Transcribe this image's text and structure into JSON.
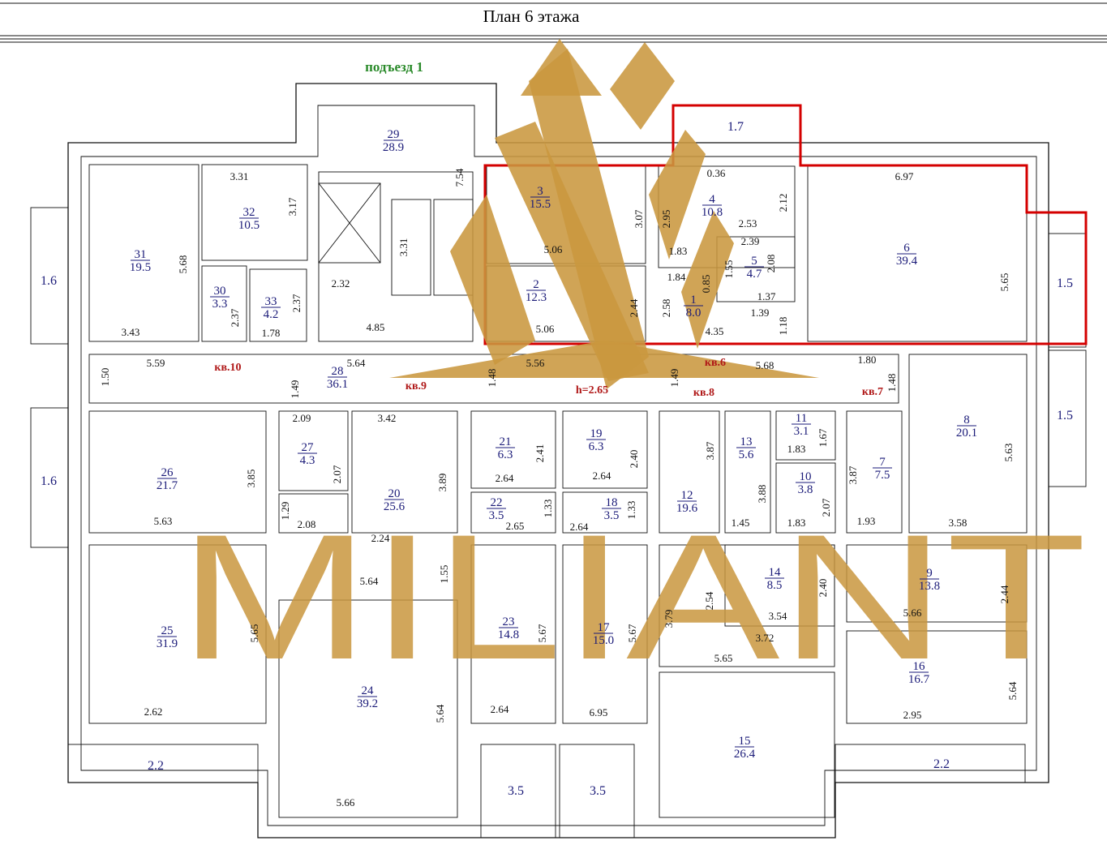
{
  "title": "План 6 этажа",
  "entrance": "подъезд 1",
  "ceiling": "h=2.65",
  "watermark": "MILIANT",
  "colors": {
    "highlight": "#d40000",
    "room_text": "#1a1a78",
    "apartment_text": "#b01818",
    "entrance_text": "#2a8a2a",
    "watermark": "#c9973f"
  },
  "apartments": [
    "кв.10",
    "кв.9",
    "кв.6",
    "кв.8",
    "кв.7"
  ],
  "rooms": [
    {
      "num": "1",
      "area": "8.0"
    },
    {
      "num": "2",
      "area": "12.3"
    },
    {
      "num": "3",
      "area": "15.5"
    },
    {
      "num": "4",
      "area": "10.8"
    },
    {
      "num": "5",
      "area": "4.7"
    },
    {
      "num": "6",
      "area": "39.4"
    },
    {
      "num": "7",
      "area": "7.5"
    },
    {
      "num": "8",
      "area": "20.1"
    },
    {
      "num": "9",
      "area": "13.8"
    },
    {
      "num": "10",
      "area": "3.8"
    },
    {
      "num": "11",
      "area": "3.1"
    },
    {
      "num": "12",
      "area": "19.6"
    },
    {
      "num": "13",
      "area": "5.6"
    },
    {
      "num": "14",
      "area": "8.5"
    },
    {
      "num": "15",
      "area": "26.4"
    },
    {
      "num": "16",
      "area": "16.7"
    },
    {
      "num": "17",
      "area": "15.0"
    },
    {
      "num": "18",
      "area": "3.5"
    },
    {
      "num": "19",
      "area": "6.3"
    },
    {
      "num": "20",
      "area": "25.6"
    },
    {
      "num": "21",
      "area": "6.3"
    },
    {
      "num": "22",
      "area": "3.5"
    },
    {
      "num": "23",
      "area": "14.8"
    },
    {
      "num": "24",
      "area": "39.2"
    },
    {
      "num": "25",
      "area": "31.9"
    },
    {
      "num": "26",
      "area": "21.7"
    },
    {
      "num": "27",
      "area": "4.3"
    },
    {
      "num": "28",
      "area": "36.1"
    },
    {
      "num": "29",
      "area": "28.9"
    },
    {
      "num": "30",
      "area": "3.3"
    },
    {
      "num": "31",
      "area": "19.5"
    },
    {
      "num": "32",
      "area": "10.5"
    },
    {
      "num": "33",
      "area": "4.2"
    }
  ],
  "balconies": [
    "1.6",
    "1.6",
    "1.7",
    "1.5",
    "1.5",
    "2.2",
    "2.2",
    "3.5",
    "3.5"
  ],
  "dimensions": [
    "3.31",
    "3.17",
    "5.68",
    "3.43",
    "2.37",
    "1.78",
    "2.37",
    "2.32",
    "3.31",
    "4.85",
    "7.54",
    "5.06",
    "3.07",
    "5.06",
    "2.44",
    "2.58",
    "2.95",
    "1.83",
    "1.84",
    "0.85",
    "1.55",
    "2.39",
    "2.08",
    "1.37",
    "1.39",
    "1.18",
    "4.35",
    "2.53",
    "2.12",
    "0.36",
    "6.97",
    "5.65",
    "5.59",
    "1.50",
    "5.64",
    "1.49",
    "1.48",
    "5.56",
    "1.49",
    "5.68",
    "1.80",
    "1.48",
    "2.09",
    "2.07",
    "3.42",
    "3.89",
    "5.63",
    "3.85",
    "1.29",
    "2.08",
    "2.24",
    "2.41",
    "2.64",
    "1.33",
    "2.65",
    "2.64",
    "2.64",
    "2.40",
    "1.33",
    "3.87",
    "1.45",
    "3.88",
    "1.83",
    "1.67",
    "1.83",
    "2.07",
    "3.87",
    "1.93",
    "5.63",
    "3.58",
    "5.64",
    "1.55",
    "5.65",
    "5.67",
    "5.67",
    "3.79",
    "2.54",
    "3.54",
    "2.40",
    "3.72",
    "5.66",
    "2.44",
    "5.65",
    "2.62",
    "2.64",
    "6.95",
    "5.64",
    "5.66",
    "2.95",
    "5.64"
  ]
}
